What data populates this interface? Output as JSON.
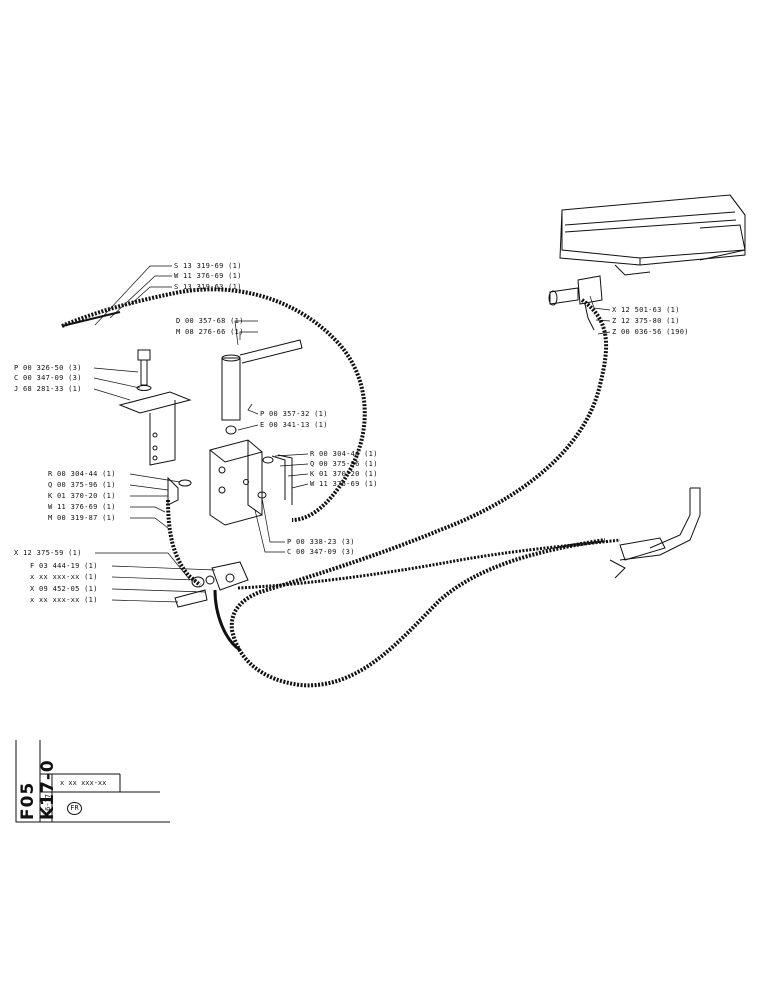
{
  "title_block": {
    "code": "F05 K17-0",
    "date": "6-77",
    "part_number": "x xx xxx-xx",
    "language": "FR"
  },
  "callouts_upper_left": [
    "S 13 319-69 (1)",
    "W 11 376-69 (1)",
    "S 13 319-63 (1)"
  ],
  "callouts_upper_mid": [
    "D 00 357-68 (1)",
    "M 08 276-66 (1)"
  ],
  "callouts_bracket": [
    "P 00 326-50 (3)",
    "C 00 347-09 (3)",
    "J 68 281-33 (1)"
  ],
  "callouts_pin": [
    "P 00 357-32 (1)",
    "E 00 341-13 (1)"
  ],
  "callouts_valve_right": [
    "R 00 304-44 (1)",
    "Q 00 375-96 (1)",
    "K 01 370-20 (1)",
    "W 11 376-69 (1)"
  ],
  "callouts_valve_left": [
    "R 00 304-44 (1)",
    "Q 00 375-96 (1)",
    "K 01 370-20 (1)",
    "W 11 376-69 (1)",
    "M 00 319-87 (1)"
  ],
  "callouts_valve_bottom": [
    "P 00 338-23 (3)",
    "C 00 347-09 (3)"
  ],
  "callouts_lower_left": [
    "X 12 375-59 (1)",
    "F 03 444-19 (1)",
    "x xx xxx-xx (1)",
    "X 09 452-05 (1)",
    "x xx xxx-xx (1)"
  ],
  "callouts_right": [
    "X 12 501-63 (1)",
    "Z 12 375-80 (1)",
    "Z 00 036-56 (190)"
  ]
}
